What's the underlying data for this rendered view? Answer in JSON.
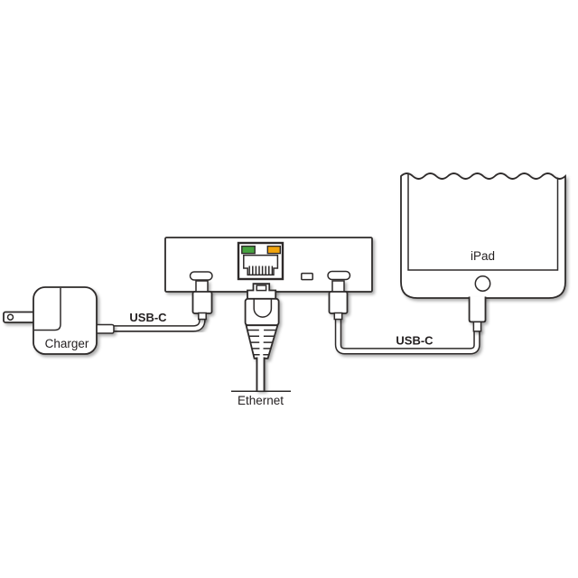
{
  "diagram": {
    "labels": {
      "charger": "Charger",
      "usb_c_left": "USB-C",
      "ethernet": "Ethernet",
      "usb_c_right": "USB-C",
      "ipad": "iPad"
    },
    "colors": {
      "outline": "#2d2b2a",
      "led_green": "#46a33f",
      "led_amber": "#f1a40e",
      "background": "#ffffff"
    }
  }
}
